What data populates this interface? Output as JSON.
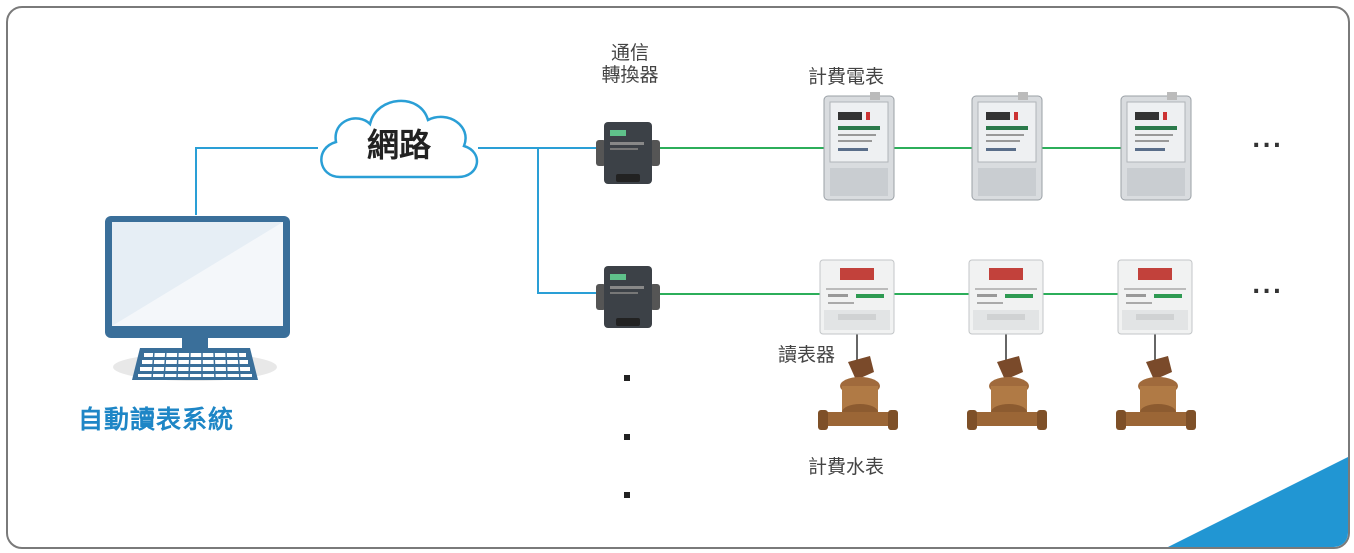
{
  "labels": {
    "system": "自動讀表系統",
    "network": "網路",
    "converter_line1": "通信",
    "converter_line2": "轉換器",
    "electric_meter": "計費電表",
    "reader": "讀表器",
    "water_meter": "計費水表",
    "more": "..."
  },
  "colors": {
    "link_blue": "#2a9fd6",
    "link_green": "#2cae5a",
    "title_blue": "#1e86c6",
    "corner_blue": "#2196d3"
  },
  "icons": [
    "monitor-icon",
    "keyboard-icon",
    "cloud-icon",
    "converter-icon",
    "electric-meter-icon",
    "reader-icon",
    "water-meter-icon"
  ]
}
